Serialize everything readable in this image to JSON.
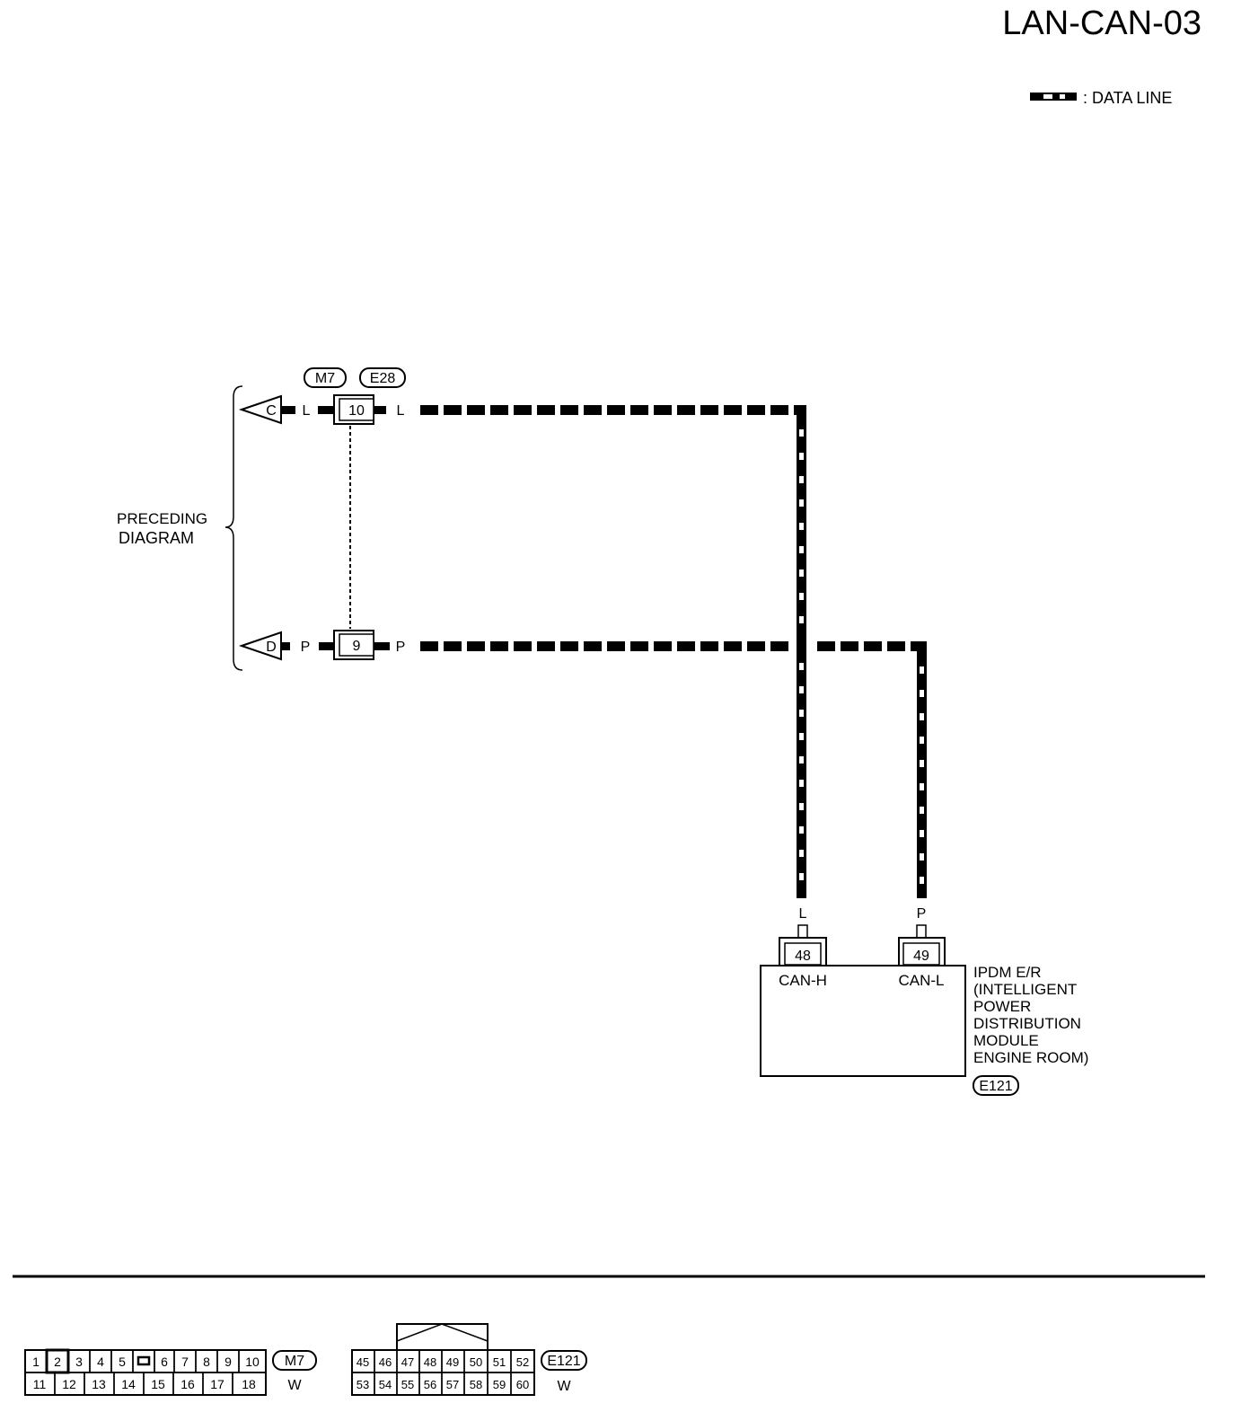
{
  "page_title": "LAN-CAN-03",
  "legend": {
    "label": ": DATA LINE"
  },
  "preceding_diagram": {
    "line1": "PRECEDING",
    "line2": "DIAGRAM"
  },
  "connectors": {
    "m7": "M7",
    "e28": "E28",
    "e121": "E121"
  },
  "harness": {
    "arrow_c": "C",
    "arrow_d": "D",
    "pin_top": "10",
    "pin_bottom": "9",
    "color_l": "L",
    "color_p": "P"
  },
  "ipdm": {
    "pin_canh": "48",
    "pin_canl": "49",
    "canh_label": "CAN-H",
    "canl_label": "CAN-L",
    "wire_l": "L",
    "wire_p": "P",
    "name_lines": [
      "IPDM E/R",
      "(INTELLIGENT",
      "POWER",
      "DISTRIBUTION",
      "MODULE",
      "ENGINE ROOM)"
    ]
  },
  "connector_views": {
    "m7": {
      "id": "M7",
      "color": "W",
      "row1": [
        "1",
        "2",
        "3",
        "4",
        "5",
        "",
        "6",
        "7",
        "8",
        "9",
        "10"
      ],
      "row2": [
        "11",
        "12",
        "13",
        "14",
        "15",
        "16",
        "17",
        "18"
      ]
    },
    "e121": {
      "id": "E121",
      "color": "W",
      "row1": [
        "45",
        "46",
        "47",
        "48",
        "49",
        "50",
        "51",
        "52"
      ],
      "row2": [
        "53",
        "54",
        "55",
        "56",
        "57",
        "58",
        "59",
        "60"
      ]
    }
  }
}
